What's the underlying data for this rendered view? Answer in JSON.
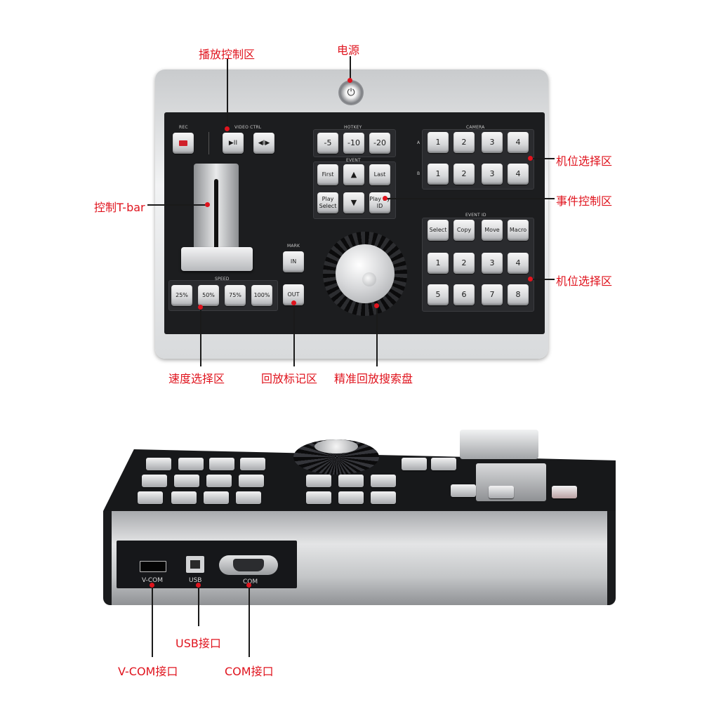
{
  "callouts": {
    "playback_control": "播放控制区",
    "power": "电源",
    "camera_select_1": "机位选择区",
    "event_control": "事件控制区",
    "tbar": "控制T-bar",
    "camera_select_2": "机位选择区",
    "speed_select": "速度选择区",
    "replay_mark": "回放标记区",
    "jog_dial": "精准回放搜索盘",
    "usb_port": "USB接口",
    "vcom_port": "V-COM接口",
    "com_port": "COM接口"
  },
  "panel": {
    "rec_label": "REC",
    "video_ctrl_label": "VIDEO CTRL",
    "hotkey_label": "HOTKEY",
    "event_label": "EVENT",
    "camera_label": "CAMERA",
    "row_a": "A",
    "row_b": "B",
    "event_id_label": "EVENT ID",
    "mark_label": "MARK",
    "speed_label": "SPEED",
    "play_pause_symbol": "▶II",
    "step_symbol": "◀I▶",
    "hotkeys": [
      "-5",
      "-10",
      "-20"
    ],
    "event_keys": {
      "first": "First",
      "up": "▲",
      "last": "Last",
      "play_select": "Play Select",
      "down": "▼",
      "play_by_id": "Play By ID"
    },
    "camera_a": [
      "1",
      "2",
      "3",
      "4"
    ],
    "camera_b": [
      "1",
      "2",
      "3",
      "4"
    ],
    "event_id_top": [
      "Select",
      "Copy",
      "Move",
      "Macro"
    ],
    "event_id_row1": [
      "1",
      "2",
      "3",
      "4"
    ],
    "event_id_row2": [
      "5",
      "6",
      "7",
      "8"
    ],
    "mark_in": "IN",
    "mark_out": "OUT",
    "speeds": [
      "25%",
      "50%",
      "75%",
      "100%"
    ],
    "power_symbol": "⏻"
  },
  "rear": {
    "vcom": "V-COM",
    "usb": "USB",
    "com": "COM"
  },
  "colors": {
    "callout": "#e0141e",
    "panel": "#1c1d1f",
    "rec_led": "#d0202a"
  }
}
